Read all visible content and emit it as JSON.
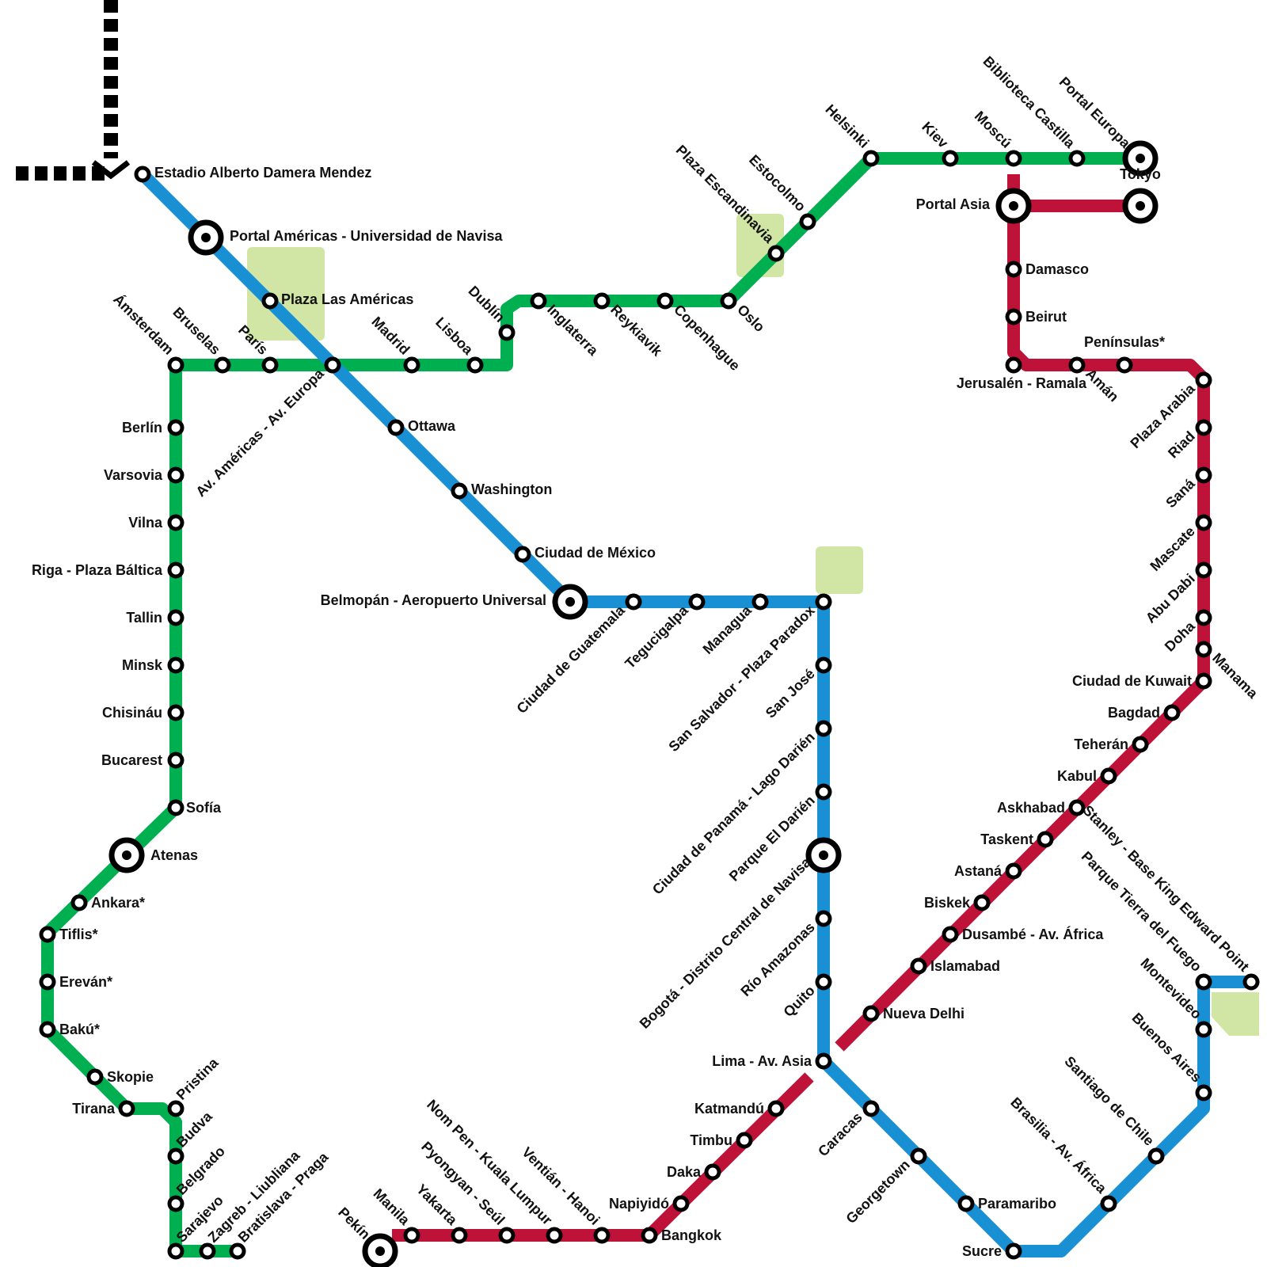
{
  "colors": {
    "green": "#00b050",
    "blue": "#1a90d4",
    "red": "#bf1238",
    "park": "#d1e6a5",
    "station_fill": "#ffffff",
    "station_stroke": "#000000"
  },
  "lines": [
    {
      "id": "green",
      "color_key": "green"
    },
    {
      "id": "blue",
      "color_key": "blue"
    },
    {
      "id": "red",
      "color_key": "red"
    }
  ],
  "stations": {
    "green": [
      "Ámsterdam",
      "Bruselas",
      "París",
      "Madrid",
      "Lisboa",
      "Dublín",
      "Inglaterra",
      "Reykiavik",
      "Copenhague",
      "Oslo",
      "Plaza Escandinavia",
      "Estocolmo",
      "Helsinki",
      "Kiev",
      "Moscú",
      "Biblioteca Castilla",
      "Portal Europa",
      "Berlín",
      "Varsovia",
      "Vilna",
      "Riga - Plaza Báltica",
      "Tallin",
      "Minsk",
      "Chisináu",
      "Bucarest",
      "Sofía",
      "Atenas",
      "Ankara*",
      "Tiflis*",
      "Ereván*",
      "Bakú*",
      "Skopie",
      "Tirana",
      "Pristina",
      "Budva",
      "Belgrado",
      "Sarajevo",
      "Zagreb - Liubliana",
      "Bratislava - Praga"
    ],
    "blue": [
      "Estadio Alberto Damera Mendez",
      "Portal Américas - Universidad de Navisa",
      "Plaza Las Américas",
      "Av. Américas - Av. Europa",
      "Ottawa",
      "Washington",
      "Ciudad de México",
      "Belmopán - Aeropuerto Universal",
      "Ciudad de Guatemala",
      "Tegucigalpa",
      "Managua",
      "San Salvador - Plaza Paradox",
      "San José",
      "Ciudad de Panamá - Lago Darién",
      "Parque El Darién",
      "Bogotá - Distrito Central de Navisa",
      "Río Amazonas",
      "Quito",
      "Lima - Av. Asia",
      "Caracas",
      "Georgetown",
      "Paramaribo",
      "Sucre",
      "Brasilia - Av. África",
      "Santiago de Chile",
      "Buenos Aires",
      "Montevideo",
      "Parque Tierra del Fuego",
      "Stanley - Base King Edward Point"
    ],
    "red": [
      "Tokyo",
      "Portal Asia",
      "Damasco",
      "Beirut",
      "Jerusalén - Ramala",
      "Amán",
      "Penínsulas*",
      "Plaza Arabia",
      "Riad",
      "Saná",
      "Mascate",
      "Abu Dabi",
      "Doha",
      "Manama",
      "Ciudad de Kuwait",
      "Bagdad",
      "Teherán",
      "Kabul",
      "Askhabad",
      "Taskent",
      "Astaná",
      "Biskek",
      "Dusambé - Av. África",
      "Islamabad",
      "Nueva Delhi",
      "Katmandú",
      "Timbu",
      "Daka",
      "Napiyidó",
      "Bangkok",
      "Ventián - Hanoi",
      "Nom Pen - Kuala Lumpur",
      "Pyongyan - Seúl",
      "Yakarta",
      "Manila",
      "Pekín"
    ]
  },
  "legend_note": ""
}
